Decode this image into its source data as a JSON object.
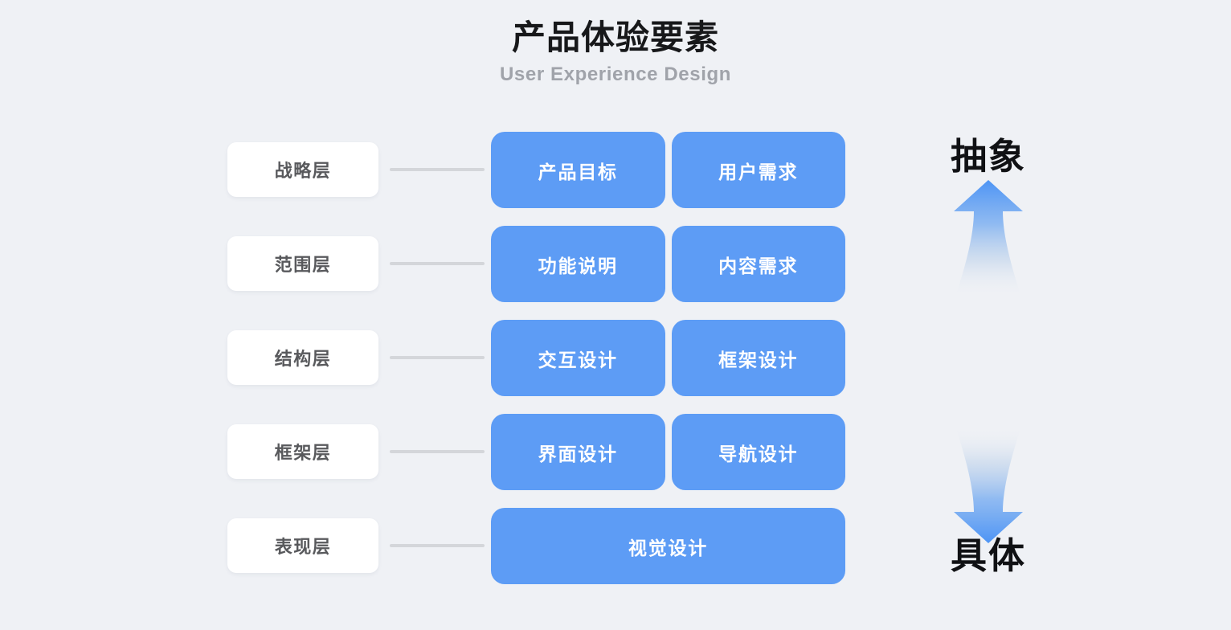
{
  "header": {
    "title": "产品体验要素",
    "subtitle": "User Experience Design"
  },
  "diagram": {
    "layers": [
      {
        "label": "战略层",
        "cards": [
          "产品目标",
          "用户需求"
        ]
      },
      {
        "label": "范围层",
        "cards": [
          "功能说明",
          "内容需求"
        ]
      },
      {
        "label": "结构层",
        "cards": [
          "交互设计",
          "框架设计"
        ]
      },
      {
        "label": "框架层",
        "cards": [
          "界面设计",
          "导航设计"
        ]
      },
      {
        "label": "表现层",
        "cards": [
          "视觉设计"
        ]
      }
    ]
  },
  "axis": {
    "top_label": "抽象",
    "bottom_label": "具体",
    "up_arrow_icon": "arrow-up-icon",
    "down_arrow_icon": "arrow-down-icon"
  },
  "colors": {
    "background": "#eff1f5",
    "card_blue": "#5d9cf5",
    "arrow_blue": "#4d94f5",
    "label_card": "#ffffff",
    "label_text": "#58595c",
    "connector": "#d4d6da",
    "title": "#17181a",
    "subtitle": "#a0a3aa"
  }
}
